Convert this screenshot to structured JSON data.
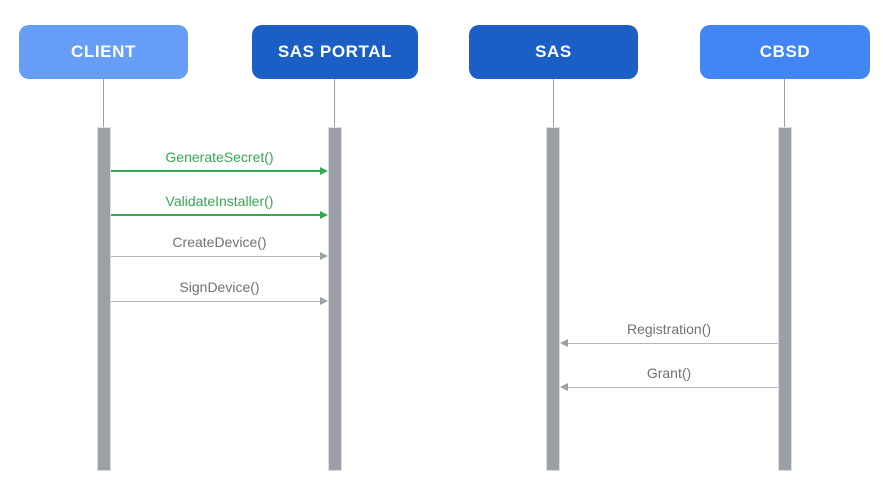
{
  "diagram": {
    "type": "sequence-diagram",
    "actors": [
      {
        "id": "client",
        "label": "CLIENT"
      },
      {
        "id": "sas-portal",
        "label": "SAS PORTAL"
      },
      {
        "id": "sas",
        "label": "SAS"
      },
      {
        "id": "cbsd",
        "label": "CBSD"
      }
    ],
    "messages": [
      {
        "label": "GenerateSecret()",
        "from": "CLIENT",
        "to": "SAS PORTAL",
        "direction": "right",
        "color": "#34A853"
      },
      {
        "label": "ValidateInstaller()",
        "from": "CLIENT",
        "to": "SAS PORTAL",
        "direction": "right",
        "color": "#34A853"
      },
      {
        "label": "CreateDevice()",
        "from": "CLIENT",
        "to": "SAS PORTAL",
        "direction": "right",
        "color": "#9AA0A6"
      },
      {
        "label": "SignDevice()",
        "from": "CLIENT",
        "to": "SAS PORTAL",
        "direction": "right",
        "color": "#9AA0A6"
      },
      {
        "label": "Registration()",
        "from": "CBSD",
        "to": "SAS",
        "direction": "left",
        "color": "#9AA0A6"
      },
      {
        "label": "Grant()",
        "from": "CBSD",
        "to": "SAS",
        "direction": "left",
        "color": "#9AA0A6"
      }
    ]
  },
  "theme": {
    "client_blue": "#669DF6",
    "dark_blue": "#1B5EC5",
    "medium_blue": "#4285F4",
    "green": "#34A853",
    "gray_line": "#B3B7BB",
    "gray_dark": "#9AA0A6",
    "text_gray": "#6D7275",
    "bar_fill": "#9AA0A6",
    "bar_border": "#DCDEE1",
    "background": "#FFFFFF"
  }
}
